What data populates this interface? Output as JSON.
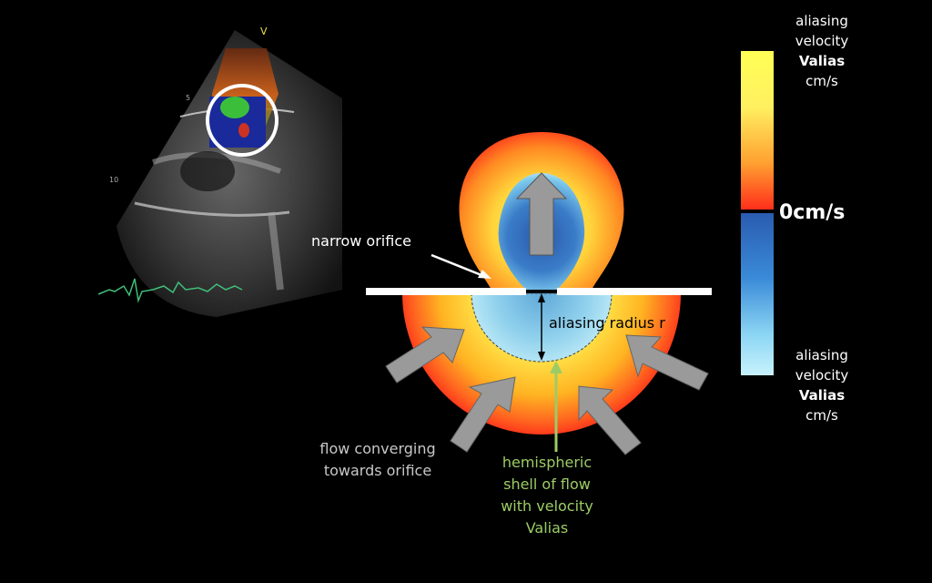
{
  "labels": {
    "narrow_orifice": "narrow orifice",
    "aliasing_radius": "aliasing radius r",
    "flow_converging_1": "flow converging",
    "flow_converging_2": "towards orifice",
    "shell_1": "hemispheric",
    "shell_2": "shell of flow",
    "shell_3": "with velocity",
    "shell_4": "Valias"
  },
  "color_scale": {
    "top_line1": "aliasing",
    "top_line2": "velocity",
    "top_line3": "Valias",
    "top_line4": "cm/s",
    "zero": "0cm/s",
    "bot_line1": "aliasing",
    "bot_line2": "velocity",
    "bot_line3": "Valias",
    "bot_line4": "cm/s"
  },
  "echo": {
    "marker_v": "V",
    "depth_5": "5",
    "depth_10": "10"
  },
  "colors": {
    "shell_label": "#9ccc65",
    "flow_label": "#c8c8c8",
    "arrow_fill": "#9a9a9a"
  }
}
